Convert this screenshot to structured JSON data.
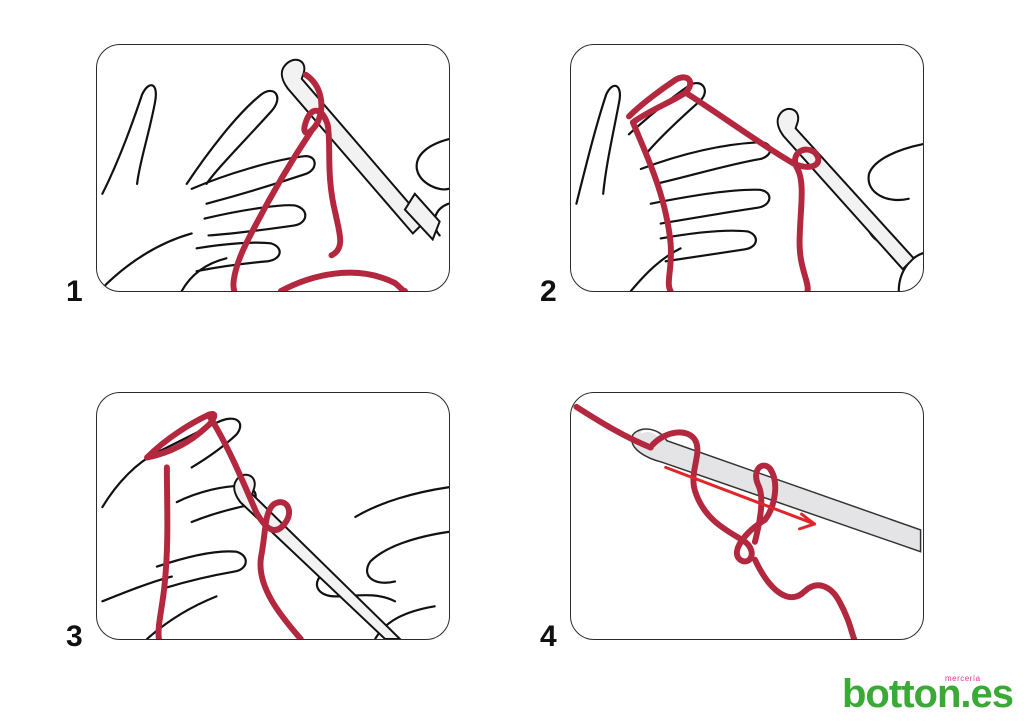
{
  "steps": [
    {
      "number": "1"
    },
    {
      "number": "2"
    },
    {
      "number": "3"
    },
    {
      "number": "4"
    }
  ],
  "logo": {
    "main_text": "botton.es",
    "small_text": "mercería"
  },
  "colors": {
    "yarn": "#b3283e",
    "logo_green": "#3aa935",
    "logo_pink": "#e8338a",
    "arrow": "#e0262b"
  }
}
